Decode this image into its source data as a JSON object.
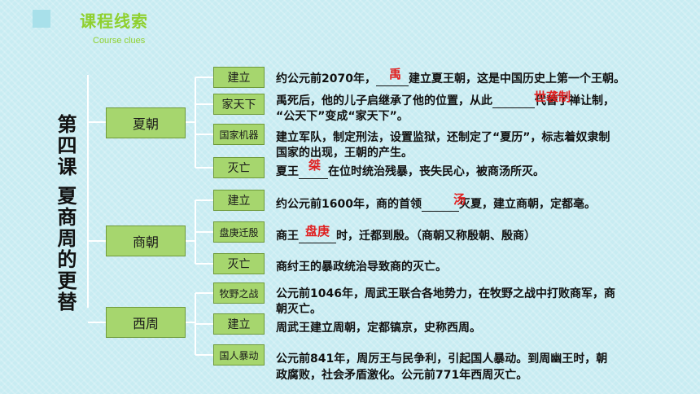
{
  "header": {
    "title": "课程线索",
    "subtitle": "Course clues"
  },
  "lesson_title": [
    "第四课",
    "夏商周的更替"
  ],
  "dynasties": [
    {
      "name": "夏朝"
    },
    {
      "name": "商朝"
    },
    {
      "name": "西周"
    }
  ],
  "xia": {
    "nodes": [
      "建立",
      "家天下",
      "国家机器",
      "灭亡"
    ],
    "desc1_pre": "约公元前2070年，",
    "desc1_post": "建立夏王朝，这是中国历史上第一个王朝。",
    "ans1": "禹",
    "desc2_pre": "禹死后，他的儿子启继承了他的位置，从此",
    "desc2_post": "代替了禅让制，",
    "ans2": "世袭制",
    "desc2_line2": "“公天下”变成“家天下”。",
    "desc3_line1": "建立军队，制定刑法，设置监狱，还制定了“夏历”，标志着奴隶制",
    "desc3_line2": "国家的出现，王朝的产生。",
    "desc4_pre": "夏王",
    "desc4_post": "在位时统治残暴，丧失民心，被商汤所灭。",
    "ans4": "桀"
  },
  "shang": {
    "nodes": [
      "建立",
      "盘庚迁殷",
      "灭亡"
    ],
    "desc1_pre": "约公元前1600年，商的首领",
    "desc1_post": "灭夏，建立商朝，定都亳。",
    "ans1": "汤",
    "desc2_pre": "商王",
    "desc2_post": "时，迁都到殷。（商朝又称殷朝、殷商）",
    "ans2": "盘庚",
    "desc3": "商纣王的暴政统治导致商的灭亡。"
  },
  "zhou": {
    "nodes": [
      "牧野之战",
      "建立",
      "国人暴动"
    ],
    "desc1_line1": "公元前1046年，周武王联合各地势力，在牧野之战中打败商军，商",
    "desc1_line2": "朝灭亡。",
    "desc2": "周武王建立周朝，定都镐京，史称西周。",
    "desc3_line1": "公元前841年，周厉王与民争利，引起国人暴动。到周幽王时，朝",
    "desc3_line2": "政腐败，社会矛盾激化。公元前771年西周灭亡。"
  },
  "colors": {
    "accent": "#8fd02e",
    "box_fill": "#a6d66e",
    "line": "#ffffff",
    "answer": "#e02020",
    "background": "#c8ecf2"
  }
}
